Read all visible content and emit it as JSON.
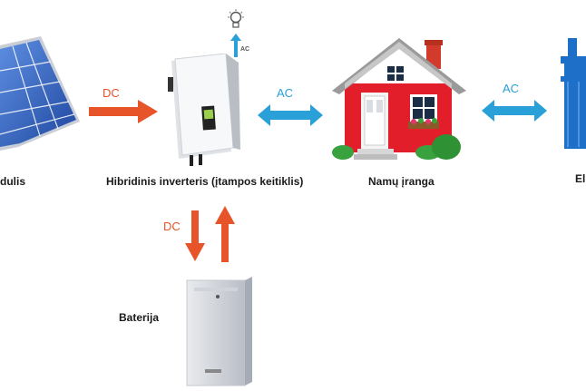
{
  "labels": {
    "solar_module": "dulis",
    "inverter": "Hibridinis inverteris (įtampos keitiklis)",
    "home_equipment": "Namų įranga",
    "grid": "El",
    "battery": "Baterija"
  },
  "arrows": {
    "solar_to_inverter": "DC",
    "inverter_home": "AC",
    "home_grid": "AC",
    "inverter_battery": "DC",
    "to_lightbulb": "AC"
  },
  "colors": {
    "dc_arrow": "#e8542a",
    "ac_arrow": "#2aa0d8",
    "house_wall": "#e21e2a",
    "roof": "#9a9a9a",
    "panel_blue": "#2f5fb8",
    "grid_blue": "#1e6fc8"
  },
  "icons": {
    "lightbulb": "lightbulb-icon"
  }
}
